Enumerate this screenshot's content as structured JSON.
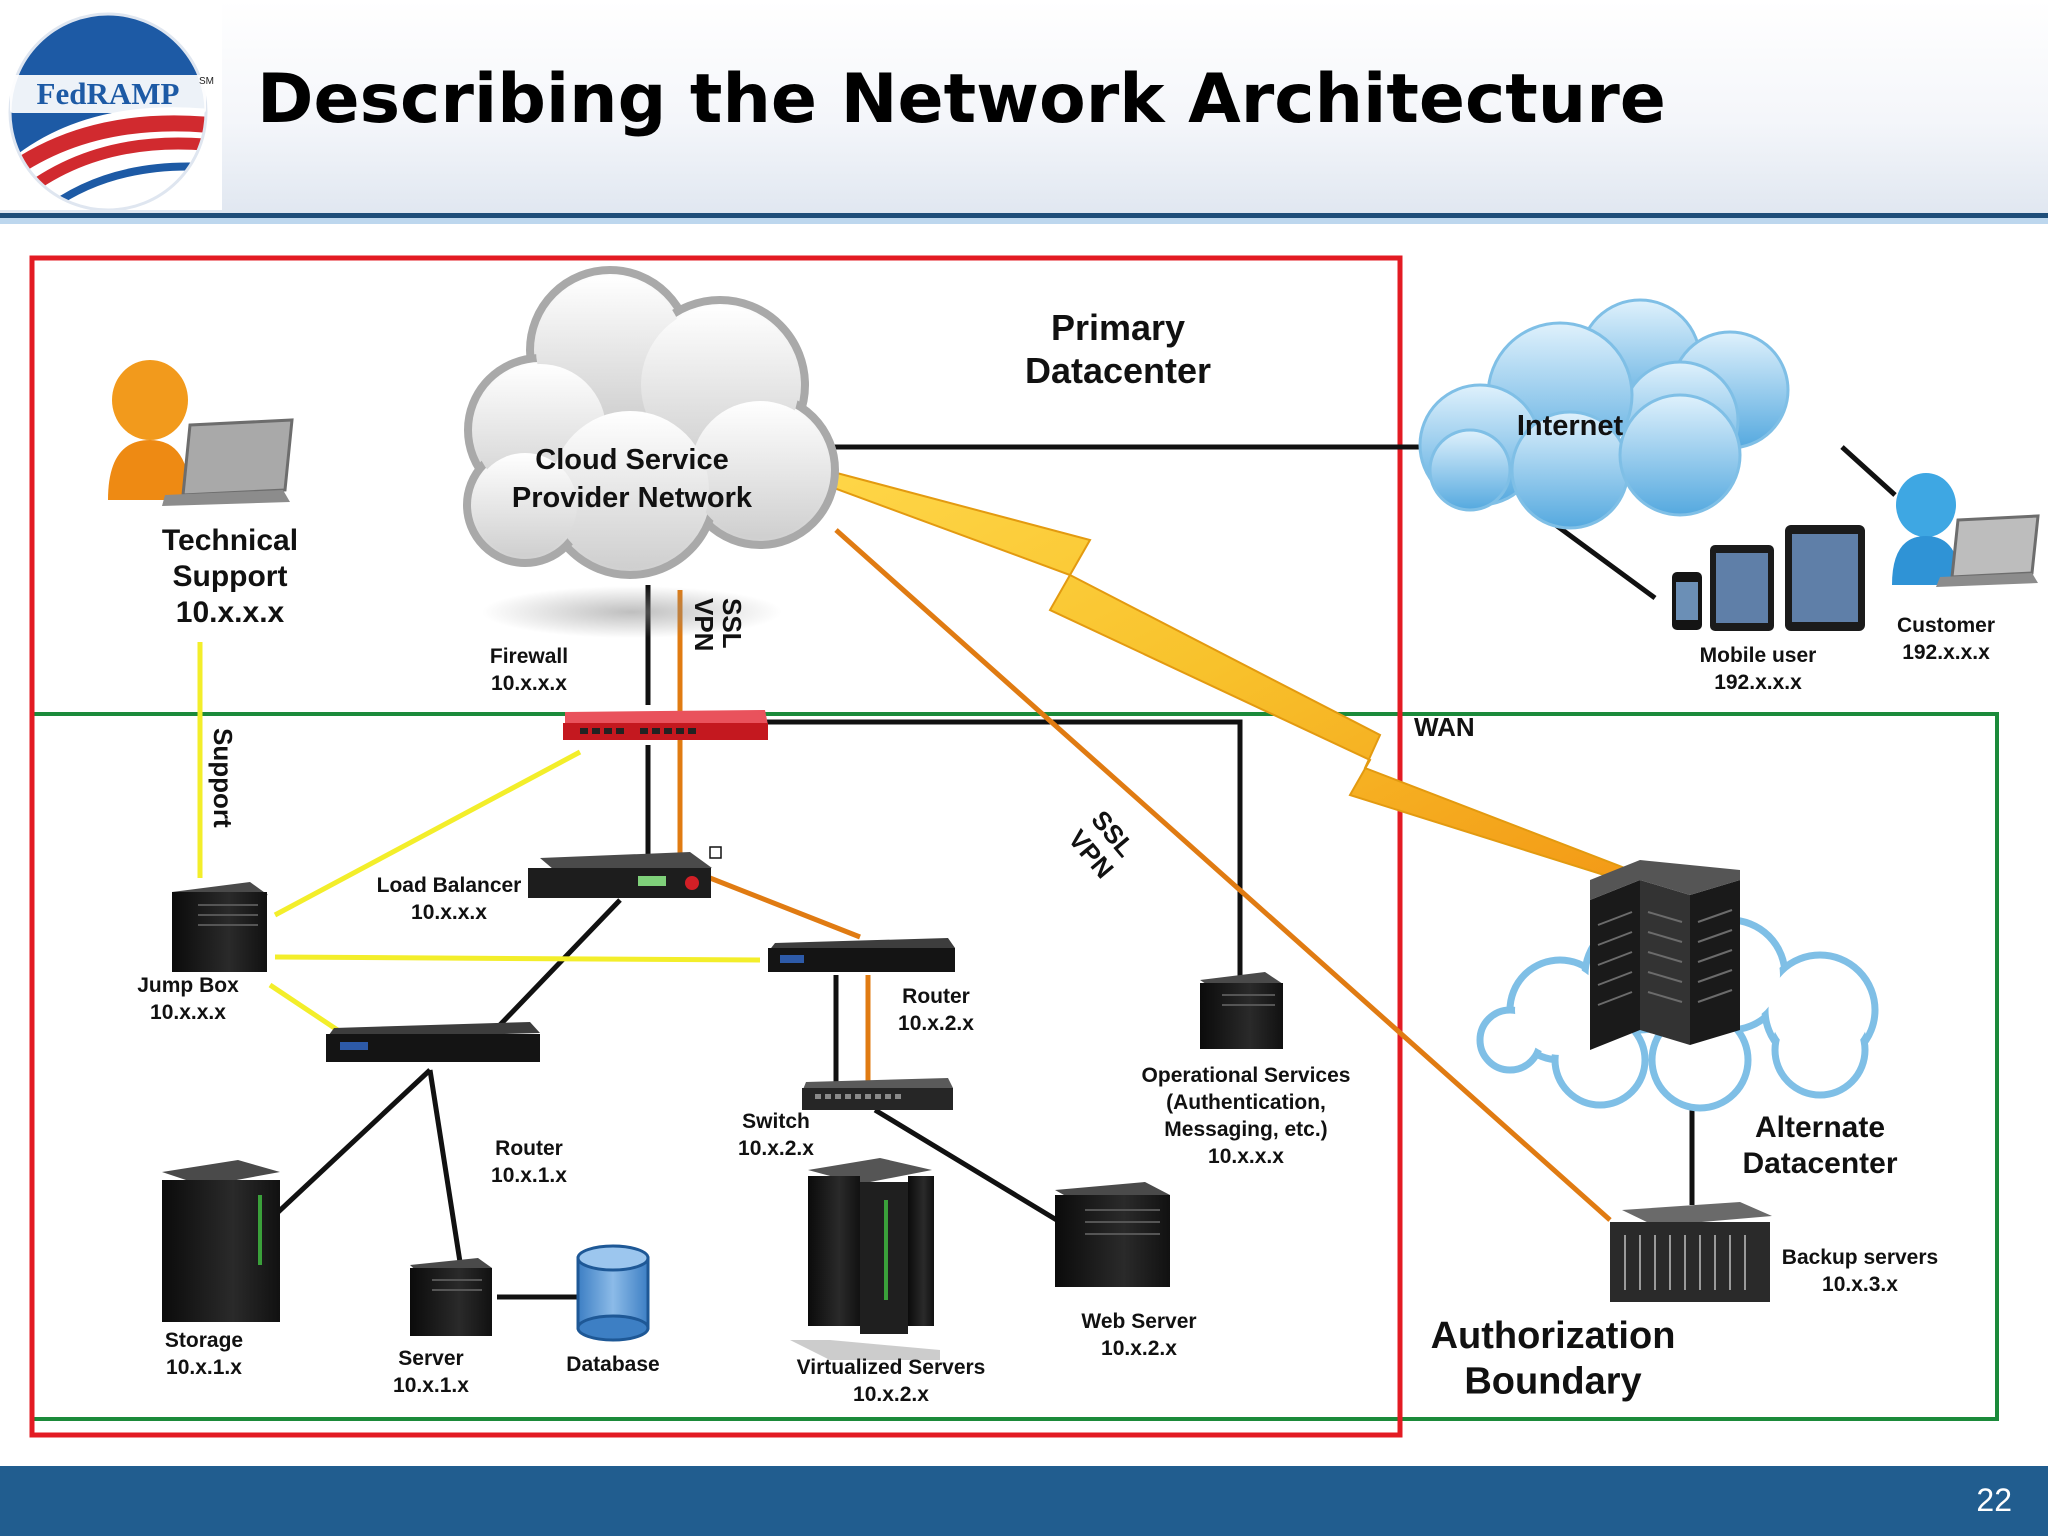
{
  "slide": {
    "title": "Describing the Network Architecture",
    "page_number": "22",
    "logo": {
      "text": "FedRAMP",
      "mark": "SM"
    }
  },
  "zones": {
    "primary": "Primary Datacenter",
    "boundary": "Authorization Boundary",
    "alternate": "Alternate Datacenter",
    "internet": "Internet",
    "cloud": "Cloud Service Provider Network"
  },
  "nodes": {
    "tech_support": {
      "name": "Technical Support",
      "ip": "10.x.x.x"
    },
    "firewall": {
      "name": "Firewall",
      "ip": "10.x.x.x"
    },
    "load_balancer": {
      "name": "Load Balancer",
      "ip": "10.x.x.x"
    },
    "jump_box": {
      "name": "Jump Box",
      "ip": "10.x.x.x"
    },
    "router_left": {
      "name": "Router",
      "ip": "10.x.1.x"
    },
    "router_right": {
      "name": "Router",
      "ip": "10.x.2.x"
    },
    "switch": {
      "name": "Switch",
      "ip": "10.x.2.x"
    },
    "storage": {
      "name": "Storage",
      "ip": "10.x.1.x"
    },
    "server": {
      "name": "Server",
      "ip": "10.x.1.x"
    },
    "database": {
      "name": "Database"
    },
    "virtualized": {
      "name": "Virtualized Servers",
      "ip": "10.x.2.x"
    },
    "web_server": {
      "name": "Web Server",
      "ip": "10.x.2.x"
    },
    "op_services": {
      "name": "Operational Services",
      "detail1": "(Authentication,",
      "detail2": "Messaging, etc.)",
      "ip": "10.x.x.x"
    },
    "mobile_user": {
      "name": "Mobile user",
      "ip": "192.x.x.x"
    },
    "customer": {
      "name": "Customer",
      "ip": "192.x.x.x"
    },
    "backup": {
      "name": "Backup servers",
      "ip": "10.x.3.x"
    }
  },
  "links": {
    "ssl": "SSL",
    "vpn": "VPN",
    "support": "Support",
    "wan": "WAN"
  },
  "colors": {
    "primary_boundary": "#e31b23",
    "authorization_boundary": "#1b8a3a",
    "ssl_vpn": "#e07b12",
    "support": "#f3ee2a",
    "wan_bolt": "#f6b21a",
    "network": "#111111",
    "footer": "#215d8f"
  }
}
